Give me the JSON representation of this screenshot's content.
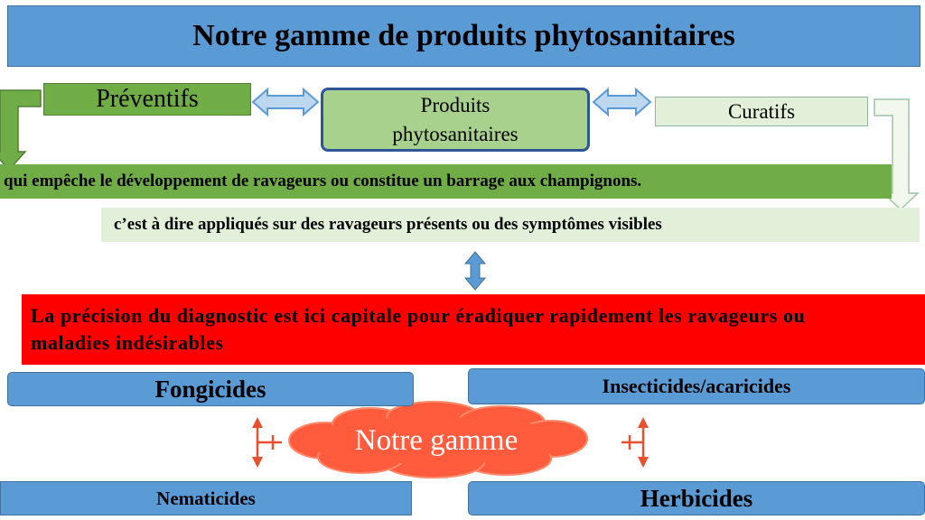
{
  "title": "Notre gamme de produits phytosanitaires",
  "preventifs": "Préventifs",
  "produits_line1": "Produits",
  "produits_line2": "phytosanitaires",
  "curatifs": "Curatifs",
  "preventif_desc": "qui empêche le développement de ravageurs ou constitue un barrage aux champignons.",
  "curatif_desc": "c’est à dire appliqués sur des ravageurs présents ou des symptômes visibles",
  "diagnostic": "La précision du diagnostic est ici capitale pour éradiquer rapidement les ravageurs ou maladies indésirables",
  "categories": {
    "fongicides": "Fongicides",
    "insecticides": "Insecticides/acaricides",
    "nematicides": "Nematicides",
    "herbicides": "Herbicides"
  },
  "center": "Notre gamme",
  "colors": {
    "blue_box": "#5b9bd5",
    "green_dark": "#70ad47",
    "green_light": "#a9d18e",
    "green_pale": "#e2f0d9",
    "red": "#ff0000",
    "cloud": "#ff5b3c",
    "arrow_red": "#e8502f"
  }
}
